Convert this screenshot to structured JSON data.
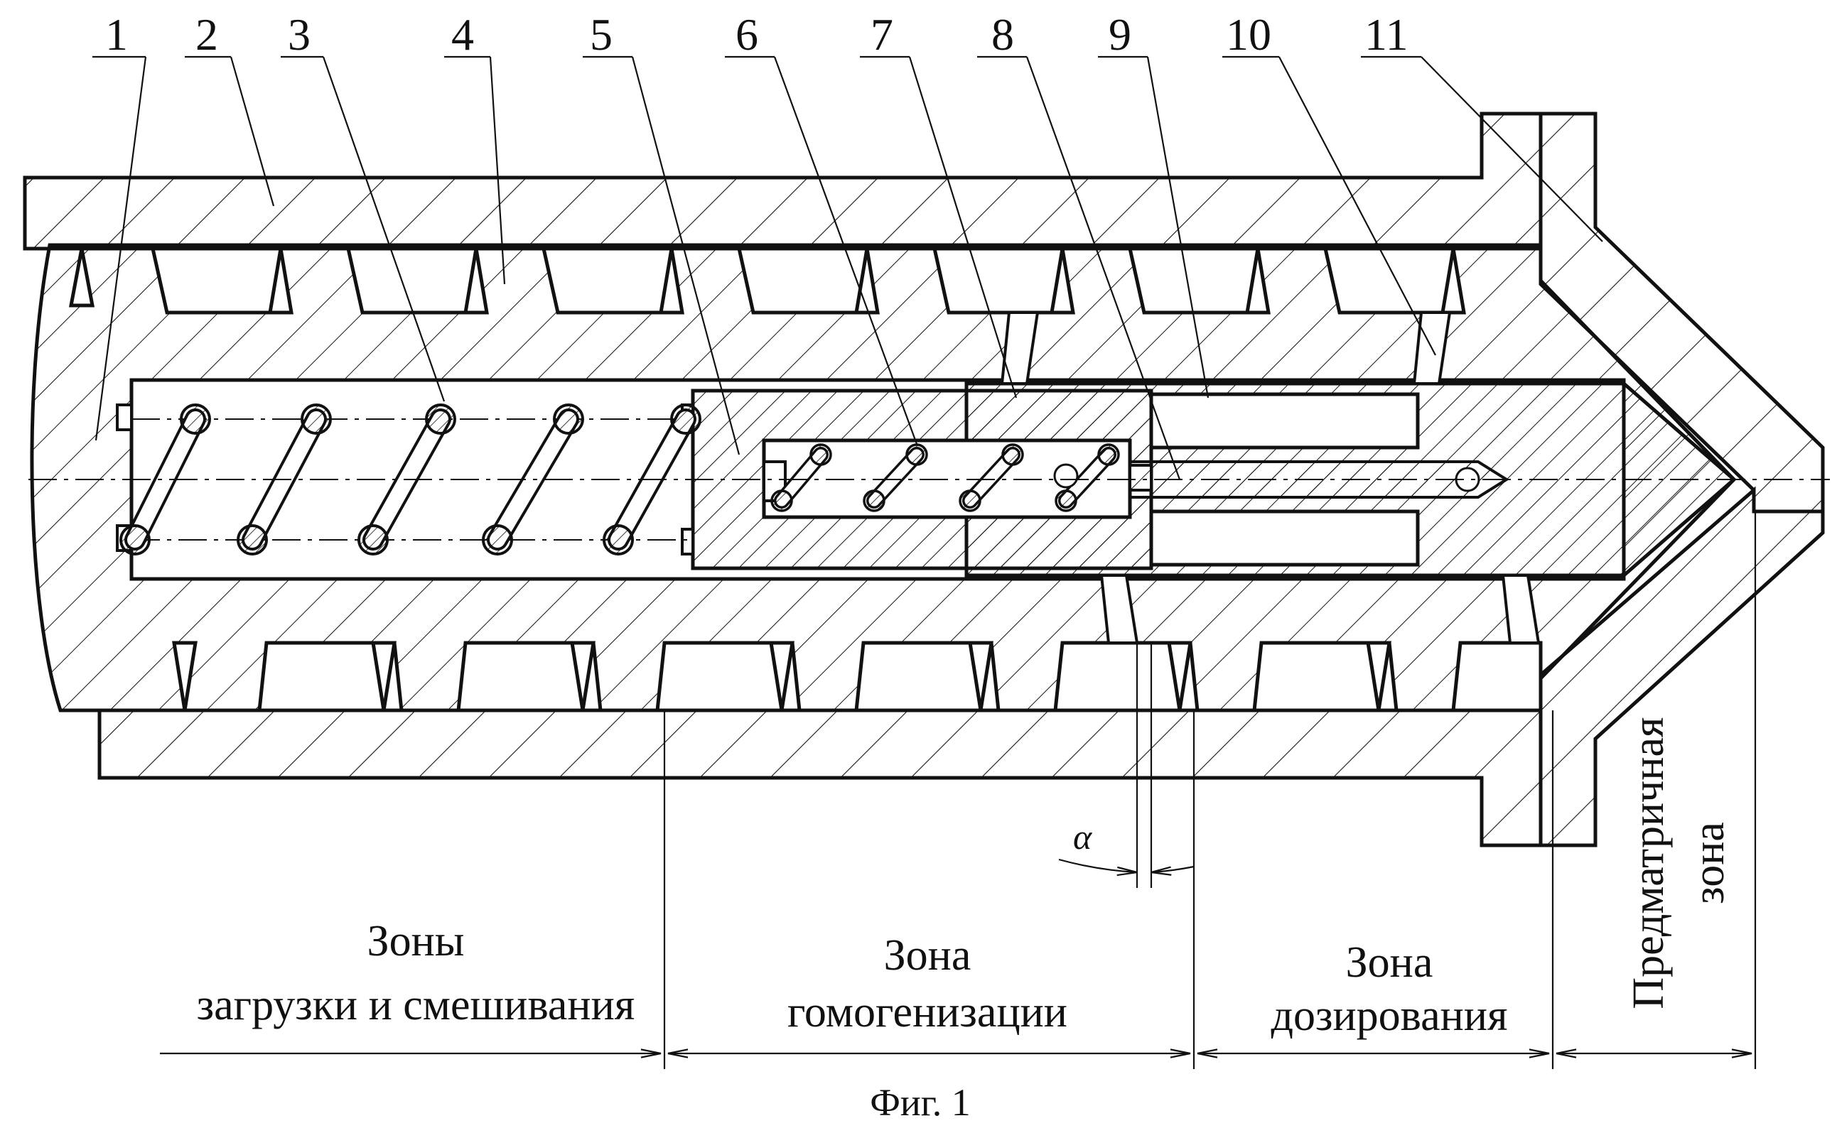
{
  "figure": {
    "callouts": [
      "1",
      "2",
      "3",
      "4",
      "5",
      "6",
      "7",
      "8",
      "9",
      "10",
      "11"
    ],
    "zones": {
      "loading_line1": "Зоны",
      "loading_line2": "загрузки и смешивания",
      "homogenization_line1": "Зона",
      "homogenization_line2": "гомогенизации",
      "dosing_line1": "Зона",
      "dosing_line2": "дозирования",
      "predmatrix_line1": "Предматричная",
      "predmatrix_line2": "зона"
    },
    "angle_symbol": "α",
    "caption": "Фиг. 1"
  }
}
